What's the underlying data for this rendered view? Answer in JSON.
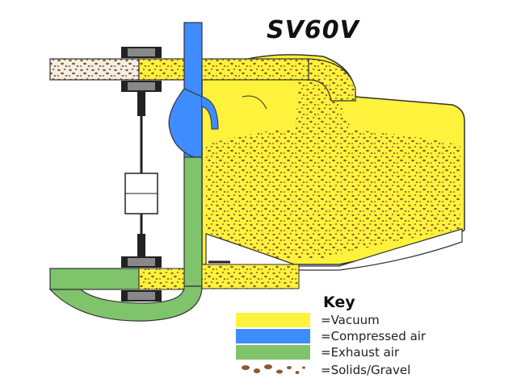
{
  "title": "SV60V",
  "colors": {
    "vacuum": "#fff23c",
    "compressed_air": "#3f8cff",
    "exhaust_air": "#7fc36b",
    "solids": "#8a5a2b",
    "outline": "#333333"
  },
  "key": {
    "title": "Key",
    "items": [
      {
        "name": "vacuum",
        "label": "=Vacuum",
        "color": "#fff23c"
      },
      {
        "name": "compressed-air",
        "label": "=Compressed air",
        "color": "#3f8cff"
      },
      {
        "name": "exhaust-air",
        "label": "=Exhaust air",
        "color": "#7fc36b"
      },
      {
        "name": "solids-gravel",
        "label": "=Solids/Gravel",
        "color": "#8a5a2b"
      }
    ]
  }
}
